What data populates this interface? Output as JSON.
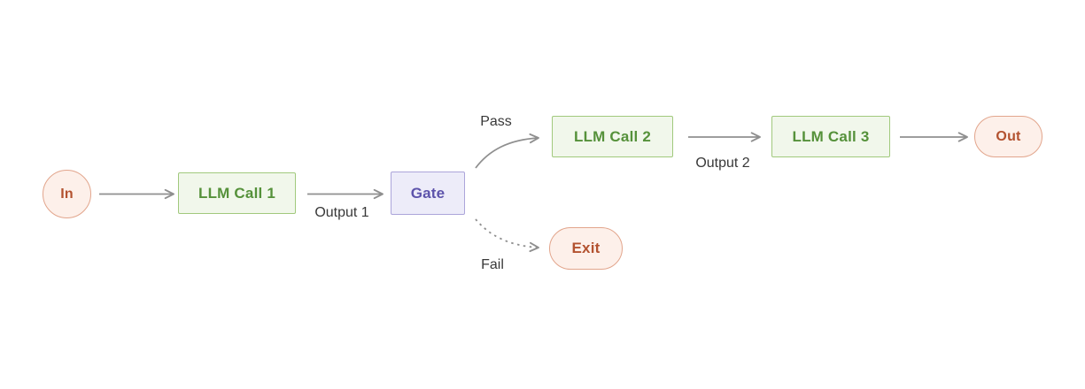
{
  "colors": {
    "background": "#ffffff",
    "arrow": "#8f8f8f",
    "edge-label": "#383838",
    "pink-fill": "#fdf0ea",
    "pink-border": "#e2a58c",
    "pink-text": "#b35230",
    "green-fill": "#f1f7eb",
    "green-border": "#a1c97d",
    "green-text": "#55913a",
    "purple-fill": "#edecf9",
    "purple-border": "#aca5da",
    "purple-text": "#5d53ab"
  },
  "nodes": {
    "in": "In",
    "llm1": "LLM Call 1",
    "gate": "Gate",
    "llm2": "LLM Call 2",
    "llm3": "LLM Call 3",
    "out": "Out",
    "exit": "Exit"
  },
  "edge_labels": {
    "output1": "Output 1",
    "output2": "Output 2",
    "pass": "Pass",
    "fail": "Fail"
  }
}
